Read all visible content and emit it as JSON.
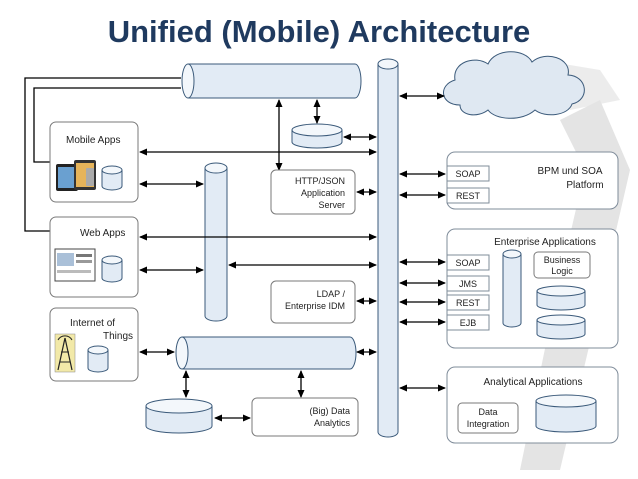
{
  "title": "Unified (Mobile) Architecture",
  "clients": {
    "mobile": "Mobile Apps",
    "web": "Web Apps",
    "iot_line1": "Internet of",
    "iot_line2": "Things"
  },
  "servers": {
    "app_server": [
      "HTTP/JSON",
      "Application",
      "Server"
    ],
    "ldap": [
      "LDAP /",
      "Enterprise IDM"
    ],
    "analytics": [
      "(Big) Data",
      "Analytics"
    ]
  },
  "bpm": {
    "title": [
      "BPM  und SOA",
      "Platform"
    ],
    "tags": [
      "SOAP",
      "REST"
    ]
  },
  "enterprise": {
    "title": "Enterprise Applications",
    "tags": [
      "SOAP",
      "JMS",
      "REST",
      "EJB"
    ],
    "business_logic": [
      "Business",
      "Logic"
    ]
  },
  "analytical": {
    "title": "Analytical Applications",
    "data_integration": [
      "Data",
      "Integration"
    ]
  },
  "colors": {
    "title": "#1f3a5f",
    "cylinder_fill": "#e2ebf5",
    "cylinder_stroke": "#3b5a7a"
  }
}
